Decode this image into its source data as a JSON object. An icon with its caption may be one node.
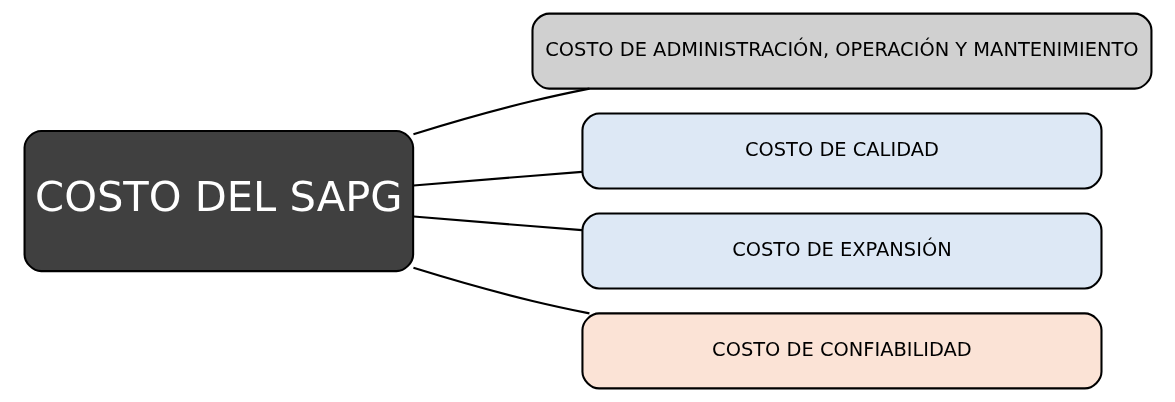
{
  "diagram": {
    "nodes": [
      {
        "text": [
          "COSTO DEL SAPG"
        ]
      },
      {
        "text": [
          "COSTO DE ADMINISTRACIÓN, OPERACIÓN Y MANTENIMIENTO"
        ]
      },
      {
        "text": [
          "COSTO DE CALIDAD"
        ]
      },
      {
        "text": [
          "COSTO DE EXPANSIÓN"
        ]
      },
      {
        "text": [
          "COSTO DE CONFIABILIDAD"
        ]
      }
    ],
    "edges": [
      {
        "from": 0,
        "to": 1,
        "arrow": "none"
      },
      {
        "from": 0,
        "to": 2,
        "arrow": "none"
      },
      {
        "from": 0,
        "to": 3,
        "arrow": "none"
      },
      {
        "from": 0,
        "to": 4,
        "arrow": "none"
      }
    ]
  }
}
